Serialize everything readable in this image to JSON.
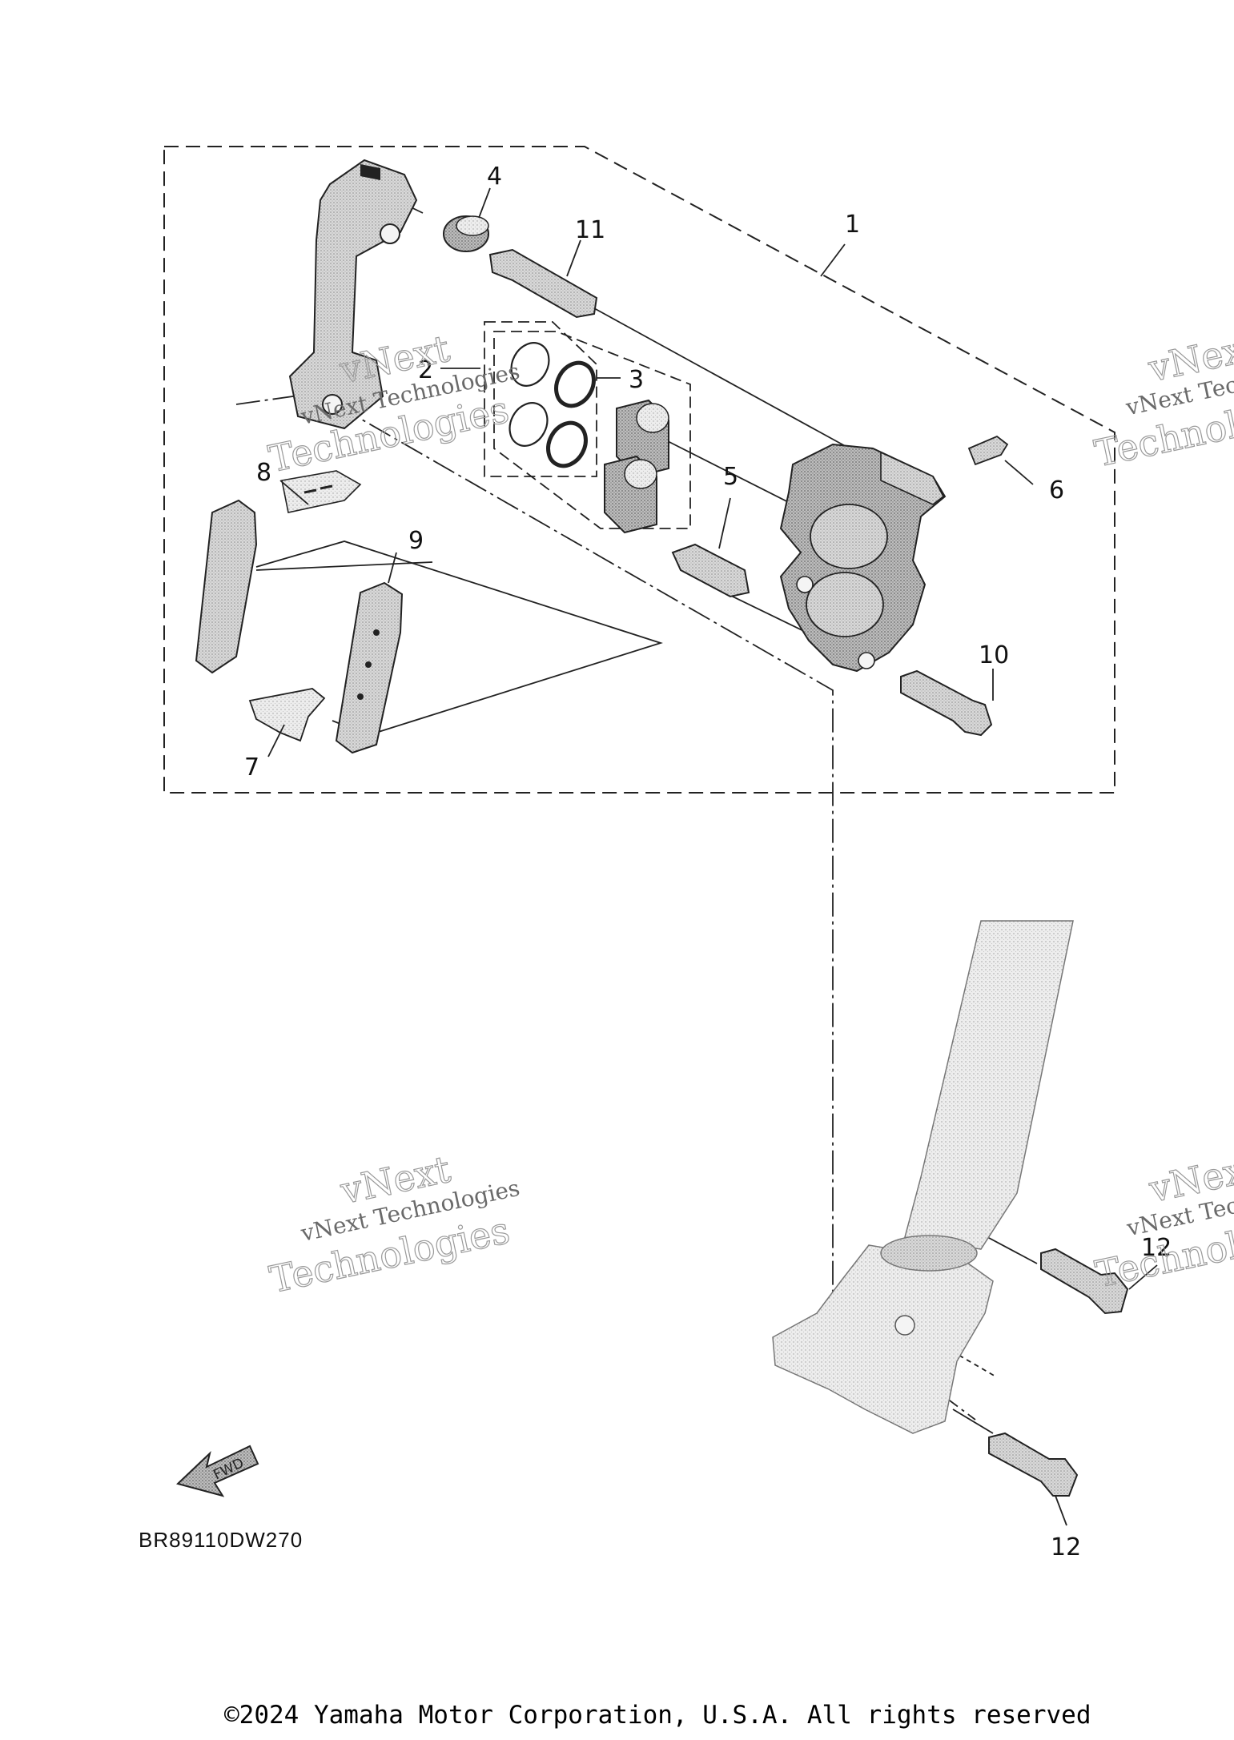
{
  "callouts": {
    "c1": "1",
    "c2": "2",
    "c3": "3",
    "c4": "4",
    "c5": "5",
    "c6": "6",
    "c7": "7",
    "c8": "8",
    "c9": "9",
    "c10": "10",
    "c11": "11",
    "c12a": "12",
    "c12b": "12"
  },
  "watermark": {
    "line1": "vNext",
    "line2": "vNext Technologies",
    "line3": "Technologies"
  },
  "fwd_label": "FWD",
  "diagram_code": "BR89110DW270",
  "copyright": "©2024 Yamaha Motor Corporation, U.S.A. All rights reserved"
}
